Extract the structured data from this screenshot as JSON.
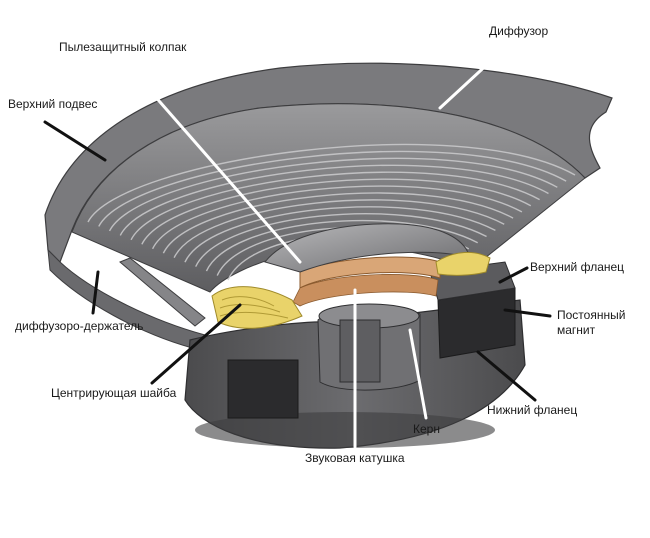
{
  "labels": {
    "dust_cap": "Пылезащитный колпак",
    "diffuser": "Диффузор",
    "upper_surround": "Верхний подвес",
    "basket": "диффузоро-держатель",
    "spider": "Центрирующая шайба",
    "voice_coil": "Звуковая катушка",
    "pole_piece": "Керн",
    "bottom_plate": "Нижний фланец",
    "magnet": "Постоянный\nмагнит",
    "top_plate": "Верхний фланец"
  },
  "colors": {
    "body_dark": "#4a4a4c",
    "body_mid": "#6e6e70",
    "body_light": "#8e8e90",
    "magnet": "#2b2b2d",
    "coil": "#d9a677",
    "spider": "#e9d36a",
    "leader": "#111111"
  }
}
